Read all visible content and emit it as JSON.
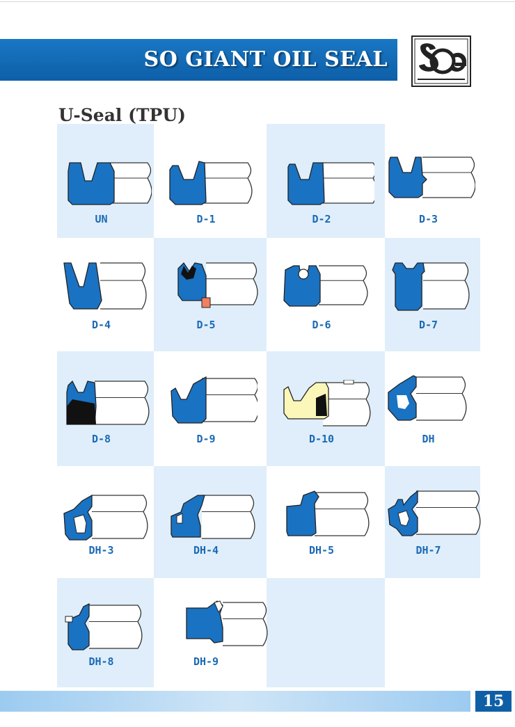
{
  "header": {
    "title": "SO GIANT OIL SEAL",
    "logo_name": "sog-logo"
  },
  "section": {
    "title": "U-Seal (TPU)"
  },
  "items": [
    {
      "label": "UN",
      "shape": "un"
    },
    {
      "label": "D-1",
      "shape": "d1"
    },
    {
      "label": "D-2",
      "shape": "d2"
    },
    {
      "label": "D-3",
      "shape": "d3"
    },
    {
      "label": "D-4",
      "shape": "d4"
    },
    {
      "label": "D-5",
      "shape": "d5"
    },
    {
      "label": "D-6",
      "shape": "d6"
    },
    {
      "label": "D-7",
      "shape": "d7"
    },
    {
      "label": "D-8",
      "shape": "d8"
    },
    {
      "label": "D-9",
      "shape": "d9"
    },
    {
      "label": "D-10",
      "shape": "d10"
    },
    {
      "label": "DH",
      "shape": "dh"
    },
    {
      "label": "DH-3",
      "shape": "dh3"
    },
    {
      "label": "DH-4",
      "shape": "dh4"
    },
    {
      "label": "DH-5",
      "shape": "dh5"
    },
    {
      "label": "DH-7",
      "shape": "dh7"
    },
    {
      "label": "DH-8",
      "shape": "dh8"
    },
    {
      "label": "DH-9",
      "shape": "dh9"
    }
  ],
  "colors": {
    "banner": "#1470bd",
    "seal_blue": "#1a72c2",
    "label_blue": "#1b6ab4",
    "cell_shade": "#dfeefa",
    "accent_orange": "#f08060",
    "accent_yellow": "#fbf7b8"
  },
  "footer": {
    "page_number": "15"
  }
}
